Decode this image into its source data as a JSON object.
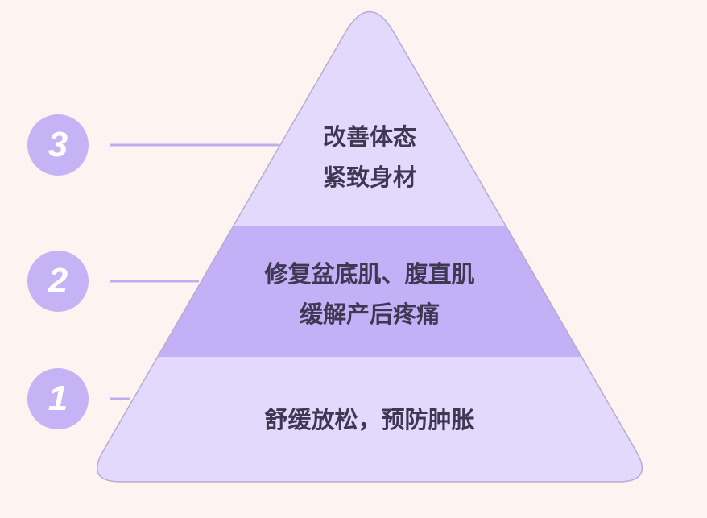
{
  "colors": {
    "background": "#fdf4f2",
    "light_band": "#e3d9fc",
    "dark_band": "#c4b0f7",
    "circle": "#c5b3f5",
    "connector": "#c0acf0",
    "text": "#3e3852"
  },
  "levels": [
    {
      "number": "3",
      "lines": [
        "改善体态",
        "紧致身材"
      ]
    },
    {
      "number": "2",
      "lines": [
        "修复盆底肌、腹直肌",
        "缓解产后疼痛"
      ]
    },
    {
      "number": "1",
      "lines": [
        "舒缓放松，预防肿胀"
      ]
    }
  ]
}
